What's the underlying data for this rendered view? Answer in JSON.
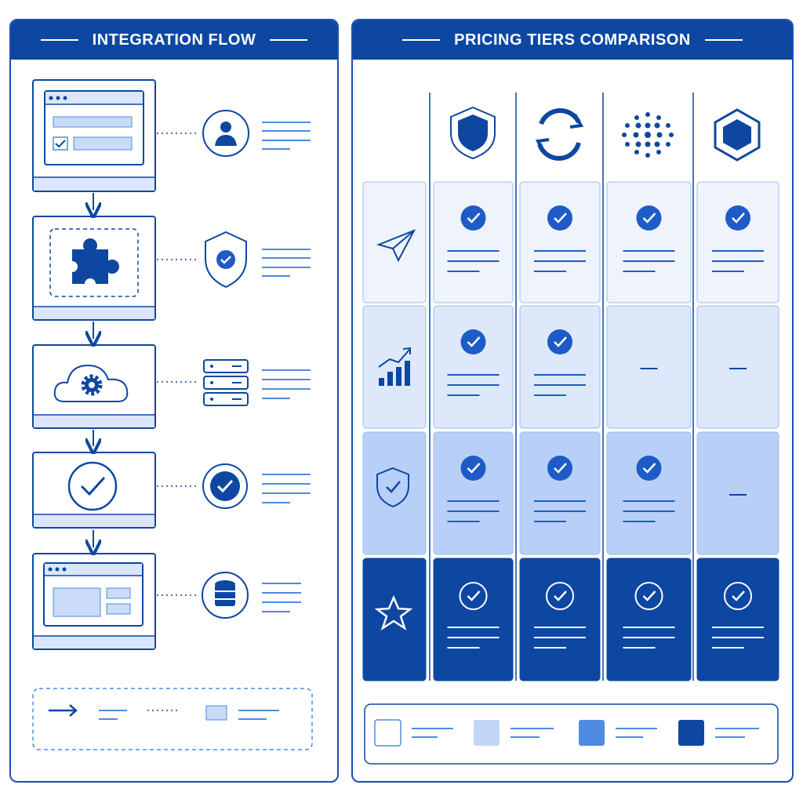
{
  "integration_flow": {
    "title": "INTEGRATION FLOW",
    "steps": [
      {
        "screen": "form-screen",
        "icon": "user-icon"
      },
      {
        "screen": "plugin-screen",
        "icon": "shield-check-icon"
      },
      {
        "screen": "cloud-settings-screen",
        "icon": "server-stack-icon"
      },
      {
        "screen": "confirmation-screen",
        "icon": "check-circle-icon"
      },
      {
        "screen": "dashboard-screen",
        "icon": "database-icon"
      }
    ],
    "legend": [
      "arrow-icon",
      "dotted-connector",
      "screen-swatch"
    ]
  },
  "pricing": {
    "title": "PRICING TIERS COMPARISON",
    "tier_icons": [
      "shield-icon",
      "refresh-icon",
      "dots-icon",
      "hexagon-icon"
    ],
    "rows": [
      {
        "icon": "paper-plane-icon",
        "cells": [
          true,
          true,
          true,
          true
        ]
      },
      {
        "icon": "bar-chart-icon",
        "cells": [
          true,
          true,
          false,
          false
        ]
      },
      {
        "icon": "shield-check-icon",
        "cells": [
          true,
          true,
          true,
          false
        ]
      },
      {
        "icon": "star-icon",
        "cells": [
          true,
          true,
          true,
          true
        ]
      }
    ],
    "legend_swatches": [
      "white",
      "light-blue",
      "medium-blue",
      "dark-blue"
    ]
  },
  "colors": {
    "primary": "#0d47a1",
    "accent": "#1e5bc6",
    "row1": "#eef3fc",
    "row2": "#dde8fb",
    "row3": "#b8d0f7",
    "row4": "#0d47a1",
    "swatch_light": "#c2d7f8",
    "swatch_medium": "#4f8be0"
  }
}
